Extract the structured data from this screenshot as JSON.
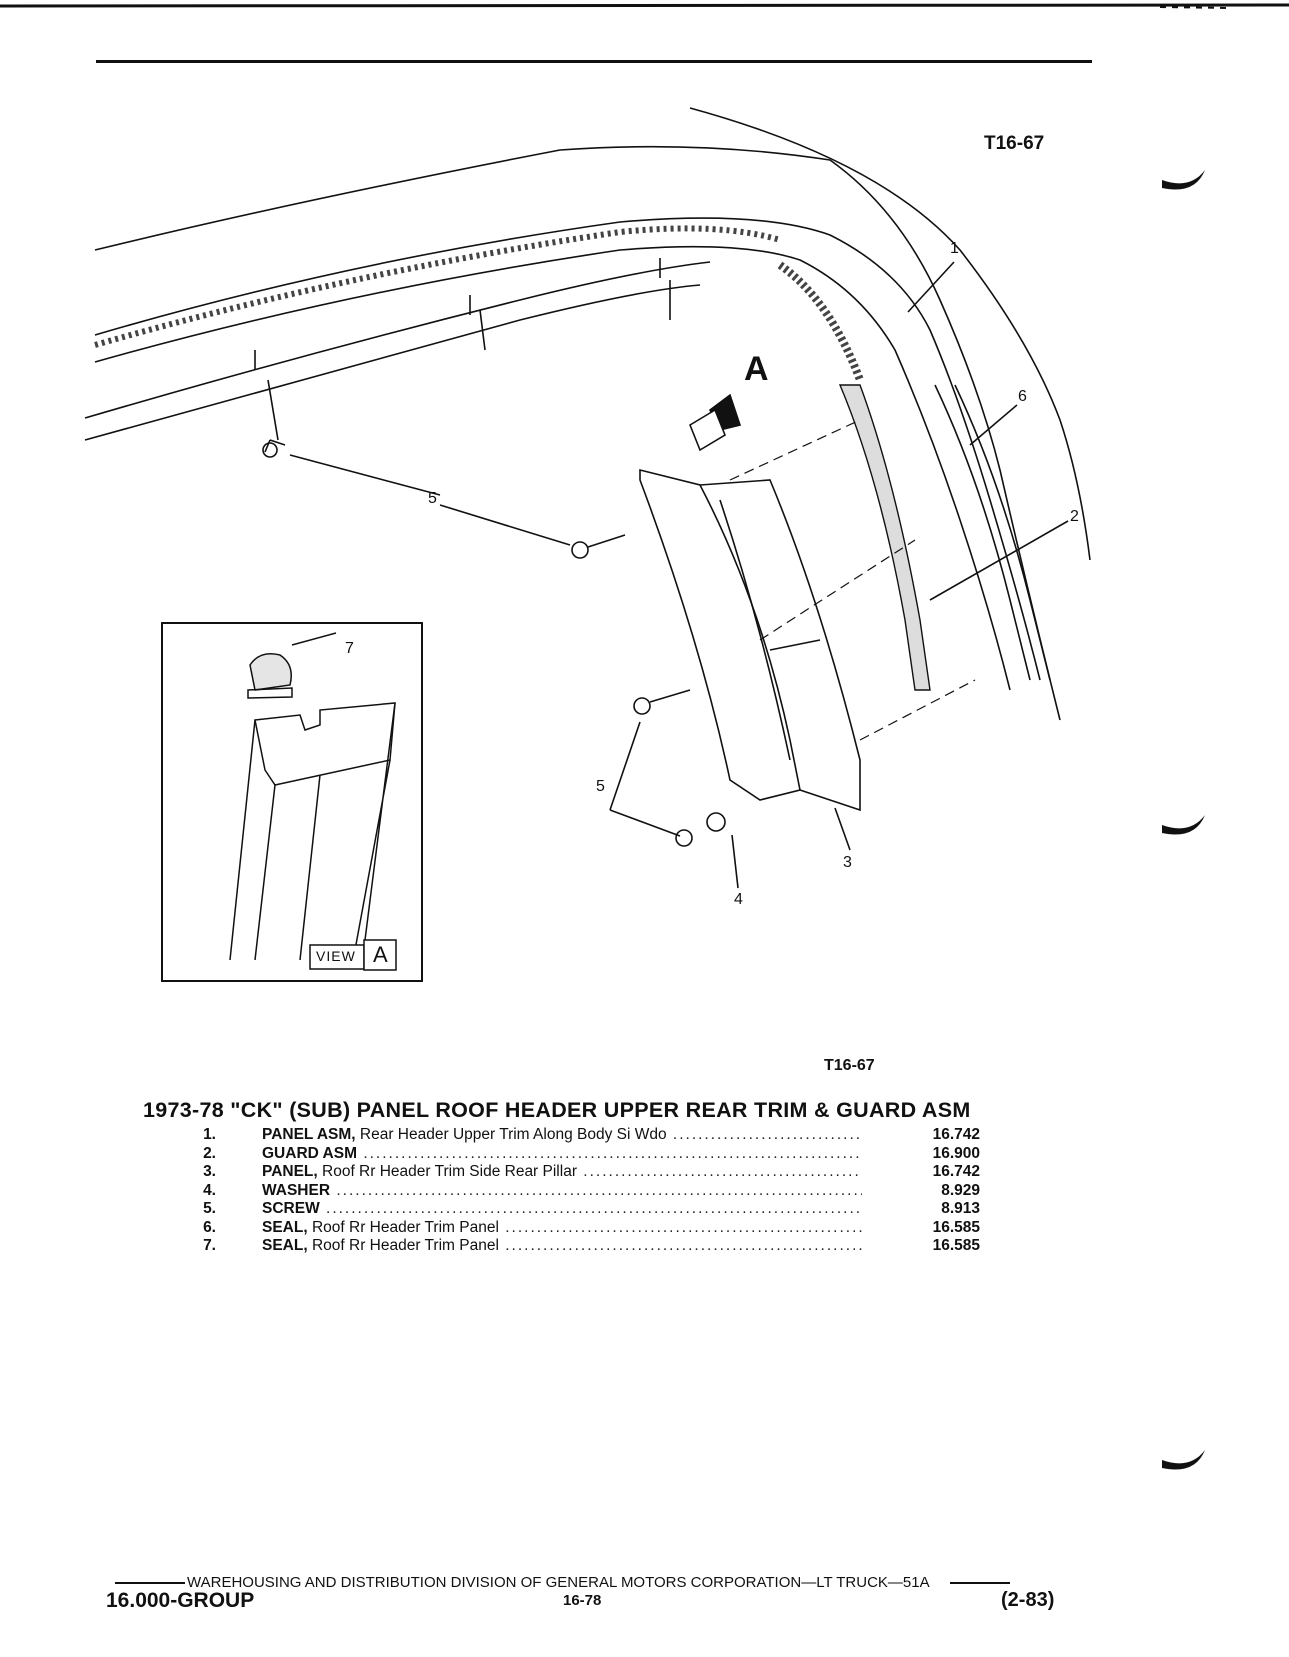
{
  "figure_tag": "T16-67",
  "caption_tag": "T16-67",
  "callouts": {
    "c1": "1",
    "c2": "2",
    "c3": "3",
    "c4": "4",
    "c5a": "5",
    "c5b": "5",
    "c6": "6",
    "c7": "7",
    "arrow_a": "A"
  },
  "view_box": {
    "view": "VIEW",
    "letter": "A"
  },
  "title": "1973-78 \"CK\" (SUB) PANEL ROOF HEADER UPPER REAR TRIM & GUARD ASM",
  "parts": [
    {
      "num": "1.",
      "name": "PANEL ASM,",
      "desc": " Rear Header Upper Trim Along Body Si Wdo",
      "ref": "16.742"
    },
    {
      "num": "2.",
      "name": "GUARD ASM",
      "desc": "",
      "ref": "16.900"
    },
    {
      "num": "3.",
      "name": "PANEL,",
      "desc": " Roof Rr Header Trim Side Rear Pillar",
      "ref": "16.742"
    },
    {
      "num": "4.",
      "name": "WASHER",
      "desc": "",
      "ref": "8.929"
    },
    {
      "num": "5.",
      "name": "SCREW",
      "desc": "",
      "ref": "8.913"
    },
    {
      "num": "6.",
      "name": "SEAL,",
      "desc": " Roof Rr Header Trim Panel",
      "ref": "16.585"
    },
    {
      "num": "7.",
      "name": "SEAL,",
      "desc": " Roof Rr Header Trim Panel",
      "ref": "16.585"
    }
  ],
  "footer": {
    "line": "WAREHOUSING AND DISTRIBUTION  DIVISION OF GENERAL MOTORS CORPORATION—LT TRUCK—51A",
    "group": "16.000-GROUP",
    "page": "16-78",
    "date": "(2-83)"
  }
}
